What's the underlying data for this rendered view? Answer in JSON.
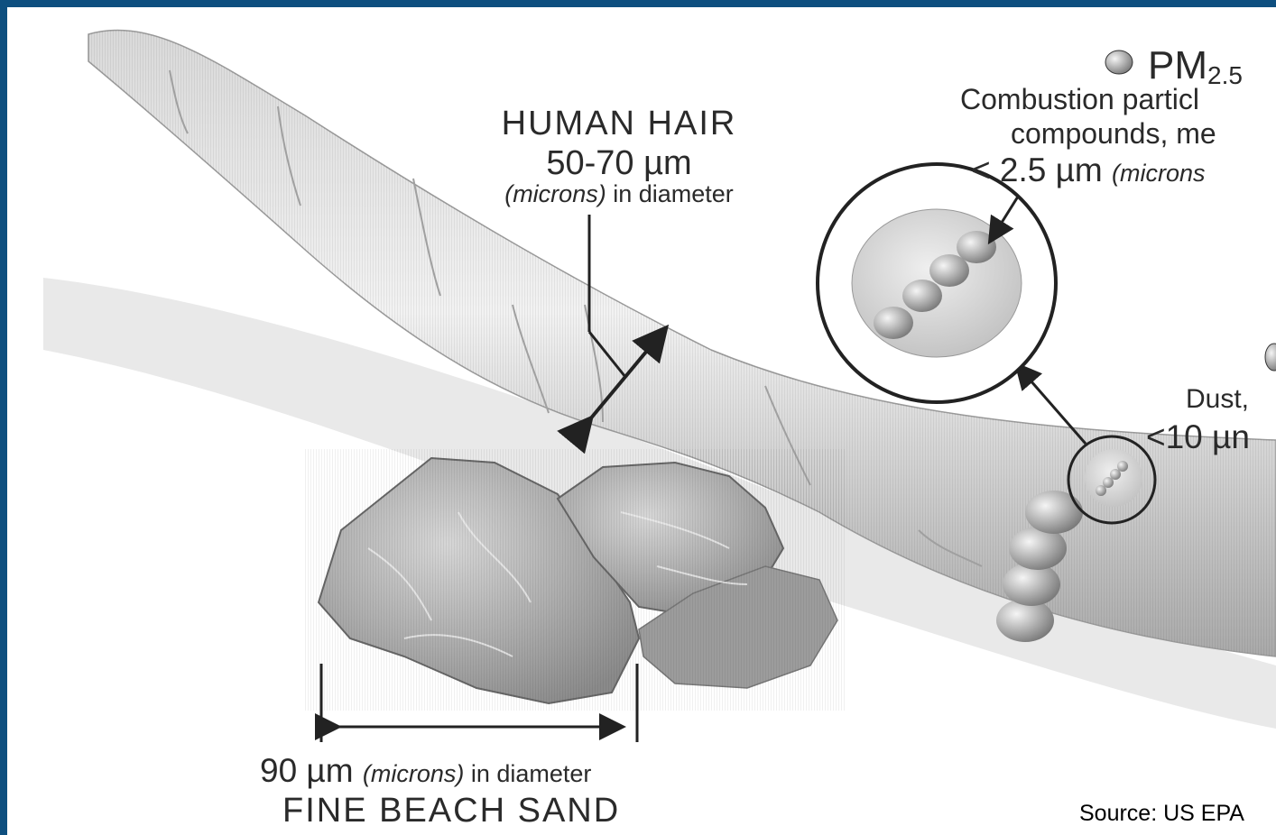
{
  "hair": {
    "title": "HUMAN HAIR",
    "size": "50-70 µm",
    "desc_italic": "(microns)",
    "desc_rest": " in diameter"
  },
  "sand": {
    "size": "90 µm",
    "desc_italic": "(microns)",
    "desc_rest": " in diameter",
    "title": "FINE BEACH SAND"
  },
  "pm25": {
    "title_main": "PM",
    "title_sub": "2.5",
    "line1": "Combustion particl",
    "line2": "compounds, me",
    "size": "< 2.5 µm",
    "size_italic": "(microns"
  },
  "pm10": {
    "line1": "Dust,",
    "line2": "<10 µn"
  },
  "source": "Source: US EPA",
  "colors": {
    "frame": "#0e4f7f",
    "background": "#ffffff",
    "text": "#2a2a2a",
    "illustration": "#b8b8b8"
  }
}
